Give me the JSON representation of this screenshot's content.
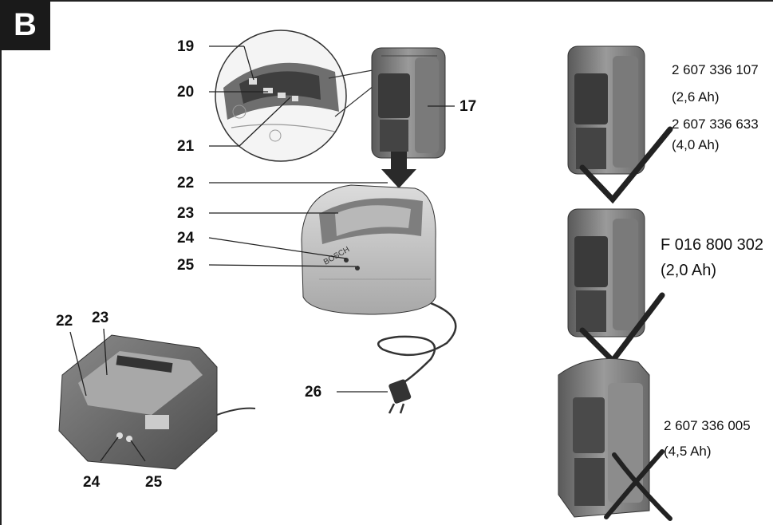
{
  "section_label": "B",
  "callouts": {
    "c19": "19",
    "c20": "20",
    "c21": "21",
    "c17": "17",
    "c22a": "22",
    "c23a": "23",
    "c24a": "24",
    "c25a": "25",
    "c26": "26",
    "c22b": "22",
    "c23b": "23",
    "c24b": "24",
    "c25b": "25"
  },
  "charger_brand": "BOSCH",
  "batteries": [
    {
      "part_a": "2 607 336 107",
      "cap_a": "(2,6 Ah)",
      "part_b": "2 607 336 633",
      "cap_b": "(4,0 Ah)",
      "compatible": true
    },
    {
      "part": "F 016 800 302",
      "cap": "(2,0 Ah)",
      "compatible": true
    },
    {
      "part": "2 607 336 005",
      "cap": "(4,5 Ah)",
      "compatible": false
    }
  ],
  "colors": {
    "ink": "#111111",
    "badge": "#1a1a1a",
    "battery_dark": "#4a4a4a",
    "battery_mid": "#8a8a8a"
  }
}
